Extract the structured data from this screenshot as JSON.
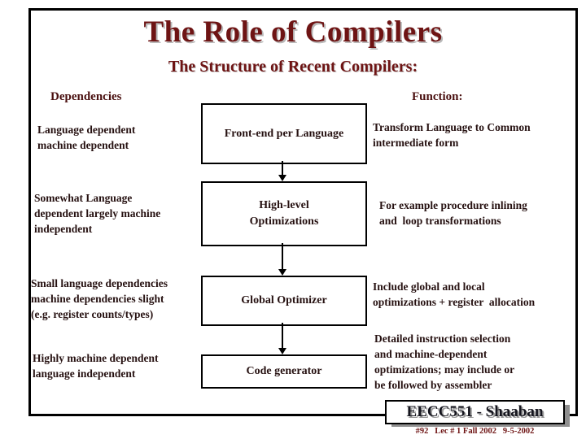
{
  "slide": {
    "title": "The Role of Compilers",
    "subtitle": "The Structure of Recent Compilers:",
    "headers": {
      "dependencies": "Dependencies",
      "function": "Function:"
    },
    "rows": [
      {
        "dependency": "Language dependent\nmachine dependent",
        "stage": "Front-end per Language",
        "function": "Transform Language to Common\nintermediate form"
      },
      {
        "dependency": "Somewhat Language\ndependent largely machine\nindependent",
        "stage": "High-level\nOptimizations",
        "function": "For example procedure inlining\nand  loop transformations"
      },
      {
        "dependency": "Small language dependencies\nmachine dependencies slight\n(e.g. register counts/types)",
        "stage": "Global Optimizer",
        "function": "Include global and local\noptimizations + register  allocation"
      },
      {
        "dependency": "Highly machine dependent\nlanguage independent",
        "stage": "Code generator",
        "function": "Detailed instruction selection\nand machine-dependent\noptimizations; may include or\nbe followed by assembler"
      }
    ],
    "footer": {
      "banner": "EECC551 - Shaaban",
      "note": "#92   Lec # 1 Fall 2002   9-5-2002"
    }
  },
  "colors": {
    "title_text": "#6e1414",
    "header_text": "#4a1010",
    "body_text": "#261111",
    "banner_text": "#15151e",
    "footer_text": "#6e1414",
    "line_black": "#000000",
    "banner_shadow": "#8f8f8f",
    "background": "#ffffff"
  }
}
